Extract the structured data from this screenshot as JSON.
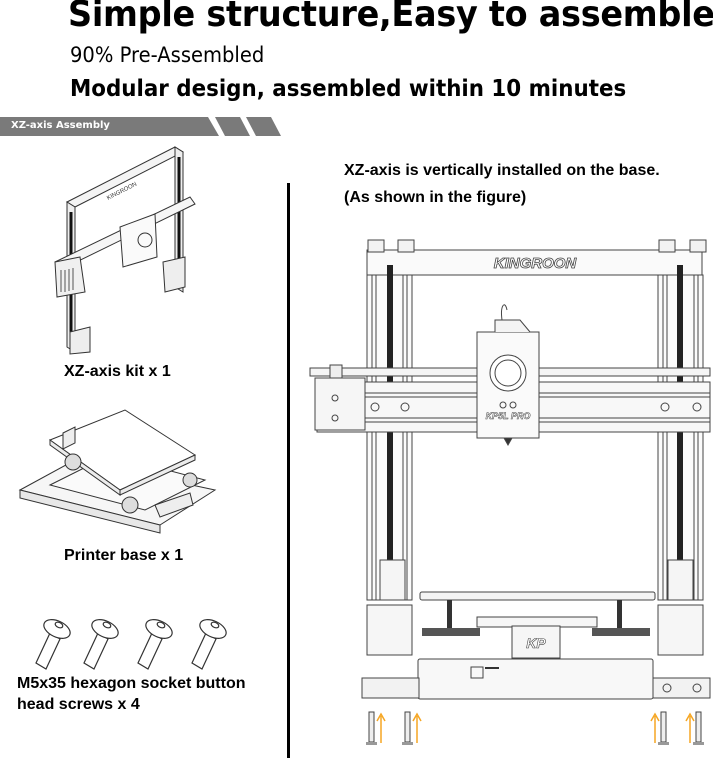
{
  "header": {
    "title": "Simple structure,Easy to assemble",
    "subtitle": "90% Pre-Assembled",
    "tagline": "Modular design, assembled within 10 minutes"
  },
  "section_banner": {
    "label": "XZ-axis Assembly",
    "color": "#7a7a7a"
  },
  "parts": [
    {
      "name": "XZ-axis kit",
      "caption": "XZ-axis kit  x 1",
      "quantity": 1
    },
    {
      "name": "Printer base",
      "caption": "Printer base x 1",
      "quantity": 1
    },
    {
      "name": "M5x35 hexagon socket button head screws",
      "caption_line1": "M5x35 hexagon socket button",
      "caption_line2": "head screws x 4",
      "quantity": 4
    }
  ],
  "instructions": {
    "line1": "XZ-axis is vertically installed on the base.",
    "line2": "(As shown in the figure)"
  },
  "figure": {
    "brand_label": "KINGROON",
    "printhead_label": "KP5L PRO",
    "base_logo": "KP",
    "arrow_color": "#f5a623"
  }
}
